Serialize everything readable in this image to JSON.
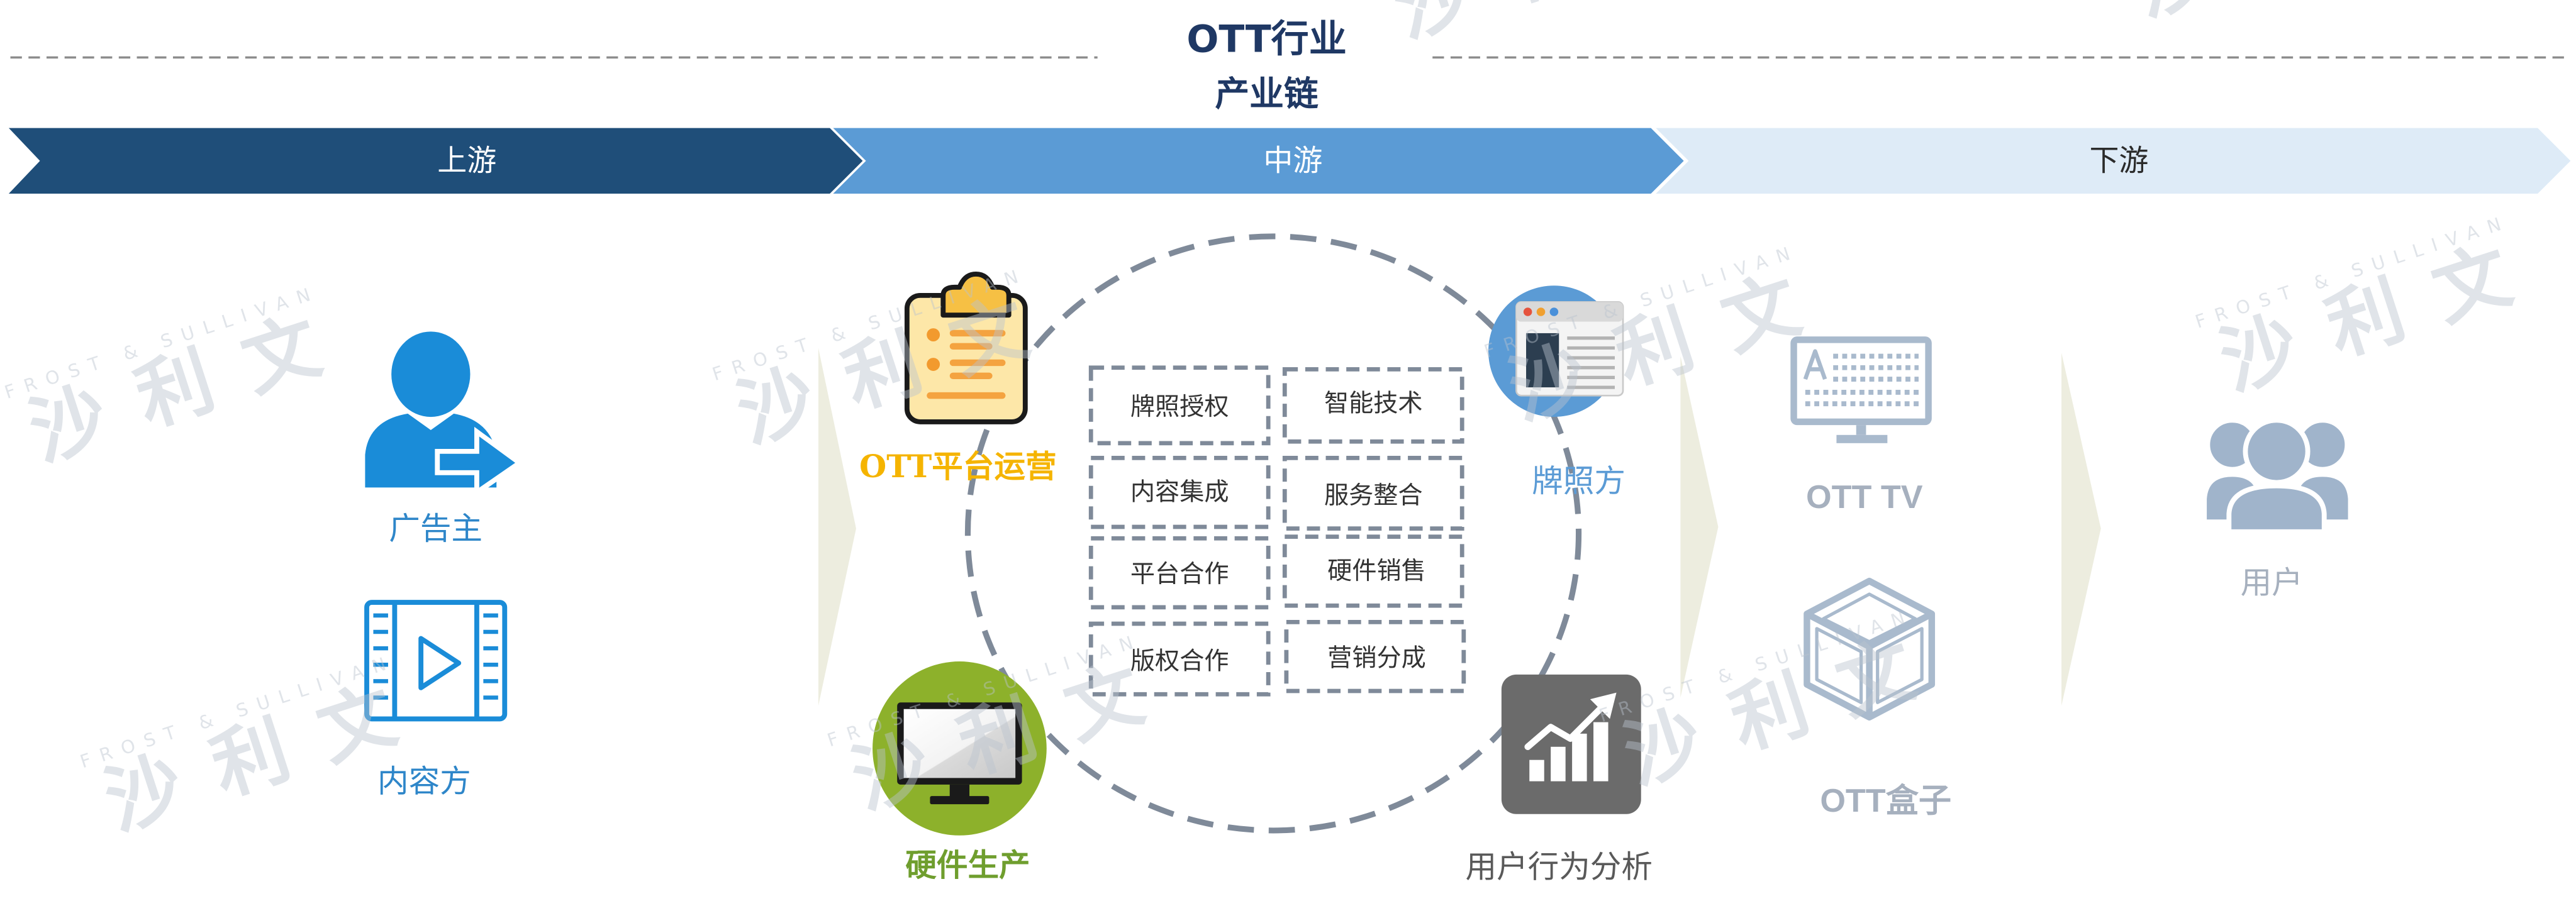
{
  "title": {
    "line1": "OTT行业",
    "line2": "产业链"
  },
  "stages": [
    {
      "label": "上游",
      "color": "#1f4e79"
    },
    {
      "label": "中游",
      "color": "#5b9bd5"
    },
    {
      "label": "下游",
      "color": "#deebf7"
    }
  ],
  "upstream": {
    "advertiser": {
      "label": "广告主",
      "icon": "person-arrow-icon"
    },
    "content_provider": {
      "label": "内容方",
      "icon": "film-play-icon"
    }
  },
  "midstream": {
    "platform_operator": {
      "label": "OTT平台运营",
      "icon": "clipboard-icon"
    },
    "license_holder": {
      "label": "牌照方",
      "icon": "browser-window-icon"
    },
    "hardware_maker": {
      "label": "硬件生产",
      "icon": "monitor-icon"
    },
    "user_behavior_analysis": {
      "label": "用户行为分析",
      "icon": "bar-chart-trend-icon"
    },
    "services": [
      "牌照授权",
      "智能技术",
      "内容集成",
      "服务整合",
      "平台合作",
      "硬件销售",
      "版权合作",
      "营销分成"
    ]
  },
  "downstream": {
    "ott_tv": {
      "label": "OTT TV",
      "icon": "tv-icon"
    },
    "ott_box": {
      "label": "OTT盒子",
      "icon": "cube-box-icon"
    },
    "users": {
      "label": "用户",
      "icon": "users-group-icon"
    }
  },
  "watermark": {
    "en": "FROST & SULLIVAN",
    "cn": "沙利文"
  },
  "colors": {
    "title": "#1f3864",
    "upstream_icon": "#1a8cd8",
    "upstream_label": "#2e86c9",
    "platform_operator": "#f5b400",
    "license_holder": "#5b9bd5",
    "hardware_maker_circle": "#8db12b",
    "hardware_maker_label": "#6f9e2e",
    "user_behavior_analysis": "#6b6b6b",
    "user_behavior_label": "#595959",
    "downstream_icon": "#a9bacd",
    "downstream_label": "#a6b0be",
    "downstream_stage_text": "#2b2b2b"
  }
}
